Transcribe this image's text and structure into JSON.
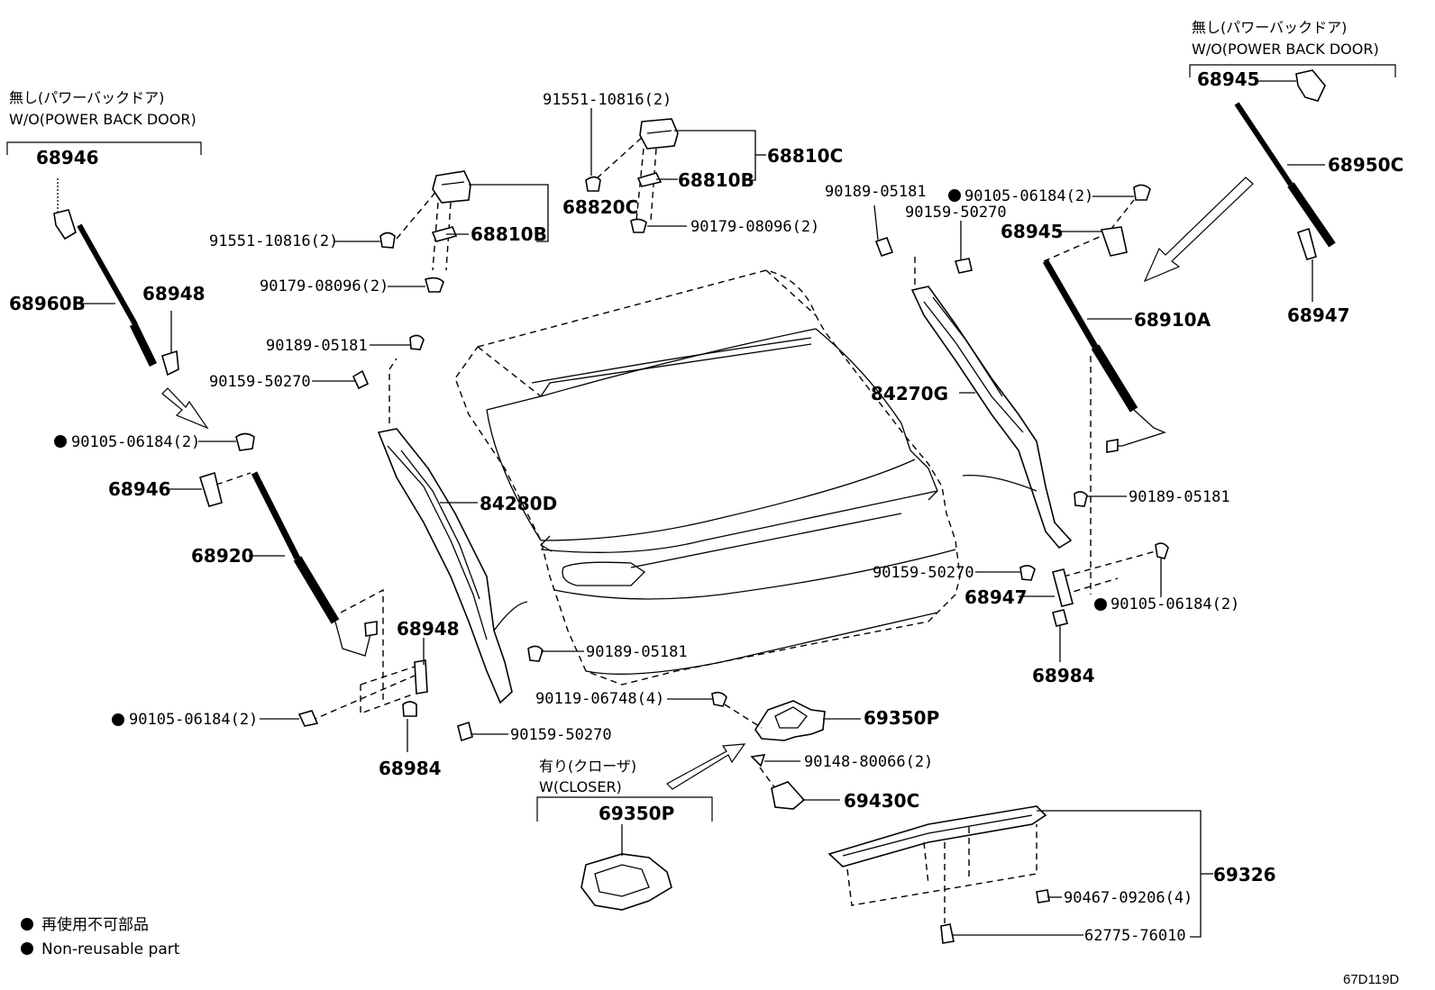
{
  "parts": {
    "p68946_top": "68946",
    "p68960b": "68960B",
    "p68948_top": "68948",
    "p90105_left_mid": "90105-06184(2)",
    "p68946_mid": "68946",
    "p68920": "68920",
    "p68948_bottom": "68948",
    "p90105_left_bottom": "90105-06184(2)",
    "p68984_left": "68984",
    "p91551_left": "91551-10816(2)",
    "p90179_left": "90179-08096(2)",
    "p68810b_left": "68810B",
    "p68820c": "68820C",
    "p91551_top": "91551-10816(2)",
    "p68810c": "68810C",
    "p68810b_right": "68810B",
    "p90179_right": "90179-08096(2)",
    "p90189_left": "90189-05181",
    "p90159_left": "90159-50270",
    "p84280d": "84280D",
    "p90189_center": "90189-05181",
    "p90159_center": "90159-50270",
    "p90189_top_right": "90189-05181",
    "p90105_top_right": "90105-06184(2)",
    "p90159_top_right": "90159-50270",
    "p68945_mid": "68945",
    "p84270g": "84270G",
    "p68910a": "68910A",
    "p90189_right": "90189-05181",
    "p90159_right": "90159-50270",
    "p68947_right": "68947",
    "p90105_right": "90105-06184(2)",
    "p68984_right": "68984",
    "p68945_top": "68945",
    "p68950c": "68950C",
    "p68947_top": "68947",
    "p90119": "90119-06748(4)",
    "p69350p": "69350P",
    "p90148": "90148-80066(2)",
    "p69430c": "69430C",
    "p69326": "69326",
    "p90467": "90467-09206(4)",
    "p62775": "62775-76010",
    "p69350p_box": "69350P"
  },
  "captions": {
    "left_jp": "無し(パワーバックドア)",
    "left_en": "W/O(POWER BACK DOOR)",
    "right_jp": "無し(パワーバックドア)",
    "right_en": "W/O(POWER BACK DOOR)",
    "closer_jp": "有り(クローザ)",
    "closer_en": "W(CLOSER)"
  },
  "legend": {
    "jp": "再使用不可部品",
    "en": "Non-reusable part"
  },
  "diagram_code": "67D119D"
}
